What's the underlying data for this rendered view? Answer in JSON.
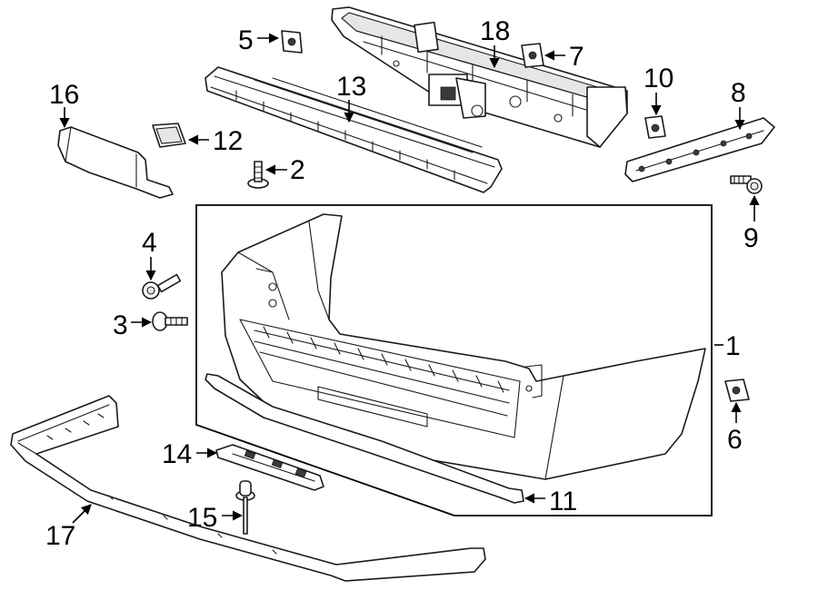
{
  "callouts": {
    "c1": "1",
    "c2": "2",
    "c3": "3",
    "c4": "4",
    "c5": "5",
    "c6": "6",
    "c7": "7",
    "c8": "8",
    "c9": "9",
    "c10": "10",
    "c11": "11",
    "c12": "12",
    "c13": "13",
    "c14": "14",
    "c15": "15",
    "c16": "16",
    "c17": "17",
    "c18": "18"
  },
  "colors": {
    "line": "#1a1a1a",
    "background": "#ffffff",
    "shade": "#e6e6e6"
  }
}
